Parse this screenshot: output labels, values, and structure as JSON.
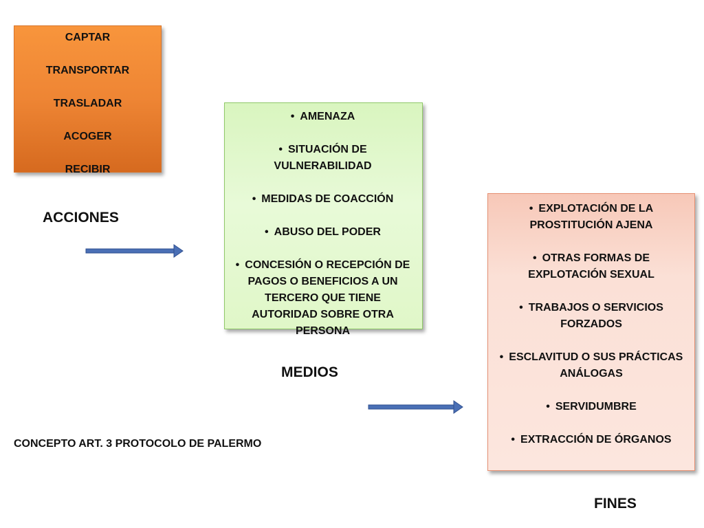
{
  "acciones": {
    "items": [
      "CAPTAR",
      "TRANSPORTAR",
      "TRASLADAR",
      "ACOGER",
      "RECIBIR"
    ],
    "label": "ACCIONES"
  },
  "medios": {
    "items": [
      "AMENAZA",
      "SITUACIÓN DE VULNERABILIDAD",
      "MEDIDAS DE COACCIÓN",
      "ABUSO DEL PODER",
      "CONCESIÓN O RECEPCIÓN DE PAGOS O BENEFICIOS A UN TERCERO QUE TIENE AUTORIDAD SOBRE OTRA PERSONA"
    ],
    "label": "MEDIOS"
  },
  "fines": {
    "items": [
      "EXPLOTACIÓN DE LA PROSTITUCIÓN AJENA",
      "OTRAS FORMAS DE EXPLOTACIÓN  SEXUAL",
      "TRABAJOS O SERVICIOS FORZADOS",
      "ESCLAVITUD O SUS PRÁCTICAS ANÁLOGAS",
      "SERVIDUMBRE",
      "EXTRACCIÓN DE ÓRGANOS"
    ],
    "label": "FINES"
  },
  "concept": "CONCEPTO ART. 3 PROTOCOLO DE PALERMO",
  "colors": {
    "acciones_box": "#ee8534",
    "medios_box": "#e3f8cf",
    "fines_box": "#fbe0d6",
    "arrow": "#4a6fb5"
  }
}
